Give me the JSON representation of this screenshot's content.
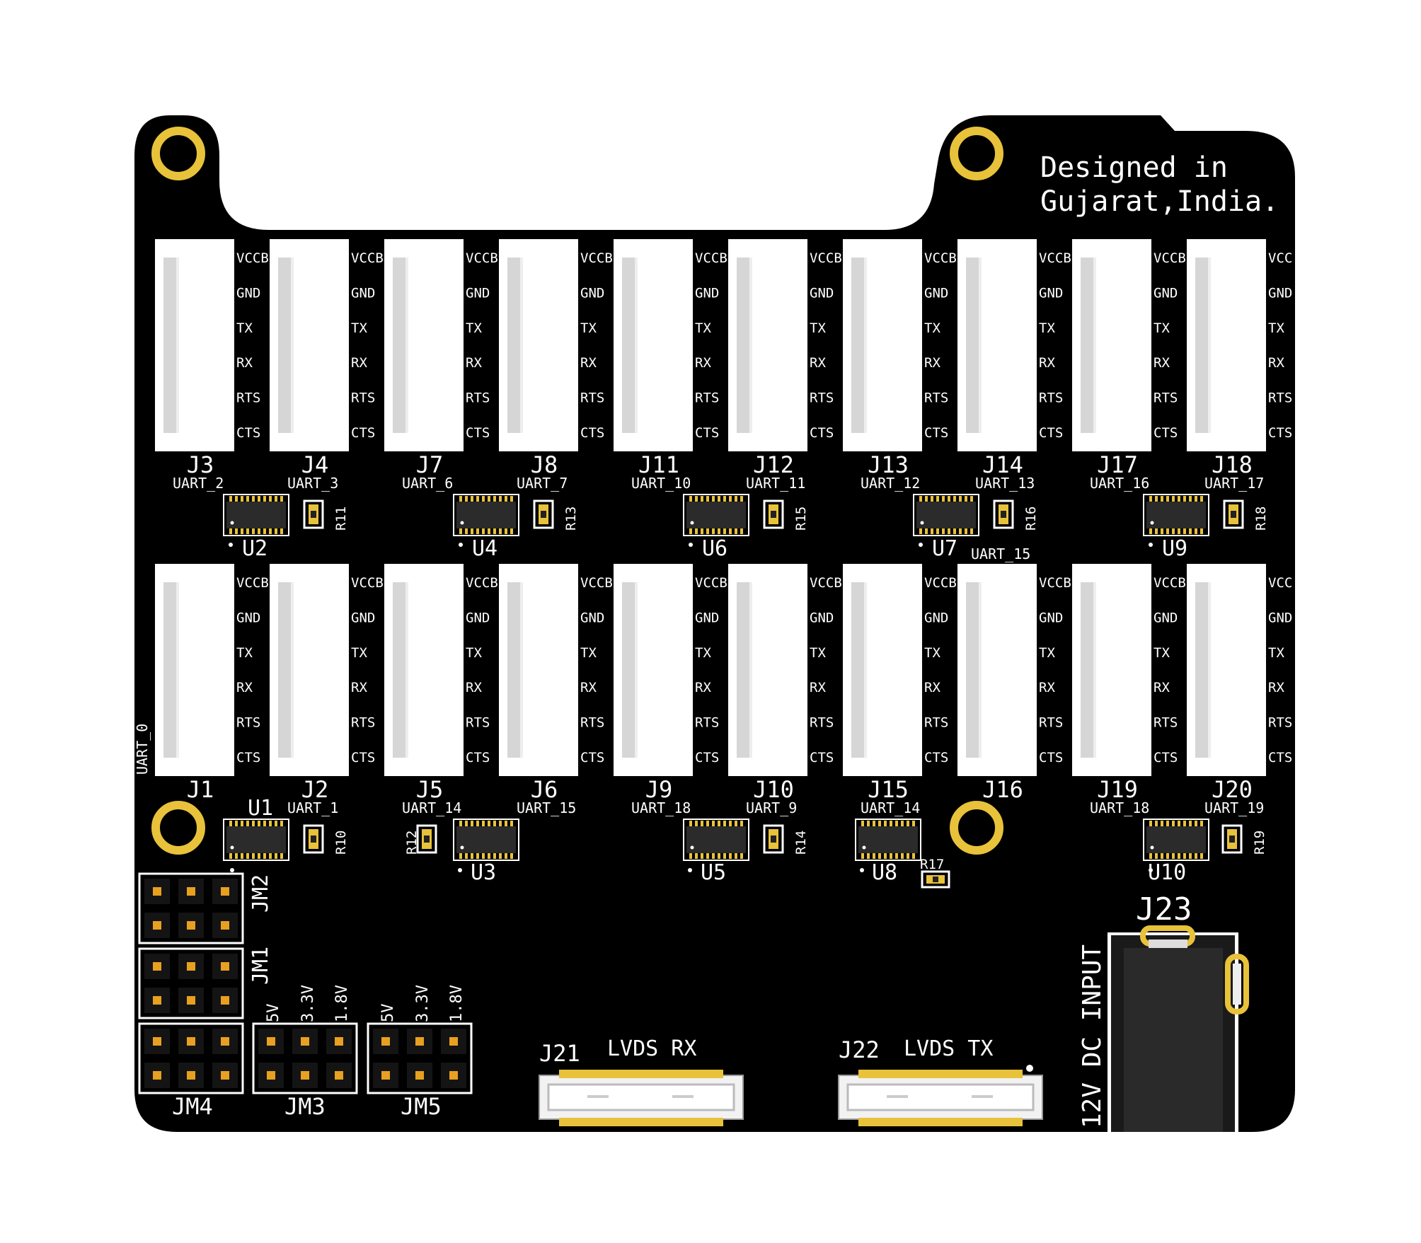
{
  "colors": {
    "board": "#000000",
    "silk": "#ffffff",
    "gold": "#e8c23a",
    "connector": "#ffffff",
    "chip": "#2b2b2b"
  },
  "credit": {
    "line1": "Designed in",
    "line2": "Gujarat,India."
  },
  "pin_labels": [
    "VCCB",
    "GND",
    "TX",
    "RX",
    "RTS",
    "CTS"
  ],
  "pin_labels_last": [
    "VCC",
    "GND",
    "TX",
    "RX",
    "RTS",
    "CTS"
  ],
  "top_row": [
    {
      "ref": "J3",
      "uart": "UART_2"
    },
    {
      "ref": "J4",
      "uart": "UART_3"
    },
    {
      "ref": "J7",
      "uart": "UART_6"
    },
    {
      "ref": "J8",
      "uart": "UART_7"
    },
    {
      "ref": "J11",
      "uart": "UART_10"
    },
    {
      "ref": "J12",
      "uart": "UART_11"
    },
    {
      "ref": "J13",
      "uart": "UART_12"
    },
    {
      "ref": "J14",
      "uart": "UART_13"
    },
    {
      "ref": "J17",
      "uart": "UART_16"
    },
    {
      "ref": "J18",
      "uart": "UART_17"
    }
  ],
  "bottom_row": [
    {
      "ref": "J1",
      "uart": ""
    },
    {
      "ref": "J2",
      "uart": "UART_1"
    },
    {
      "ref": "J5",
      "uart": "UART_14"
    },
    {
      "ref": "J6",
      "uart": "UART_15"
    },
    {
      "ref": "J9",
      "uart": "UART_18"
    },
    {
      "ref": "J10",
      "uart": "UART_9"
    },
    {
      "ref": "J15",
      "uart": "UART_14"
    },
    {
      "ref": "J16",
      "uart": ""
    },
    {
      "ref": "J19",
      "uart": "UART_18"
    },
    {
      "ref": "J20",
      "uart": "UART_19"
    }
  ],
  "uart0_label": "UART_0",
  "uart15_label": "UART_15",
  "ics_top": [
    "U2",
    "U4",
    "U6",
    "U7",
    "U9"
  ],
  "ics_bottom": [
    "U1",
    "U3",
    "U5",
    "U8",
    "U10"
  ],
  "resistors_top": [
    "R11",
    "R13",
    "R15",
    "R16",
    "R18"
  ],
  "resistors_bottom": [
    "R10",
    "R12",
    "R14",
    "R17",
    "R19"
  ],
  "jumpers": {
    "jm2": "JM2",
    "jm1": "JM1",
    "jm4": "JM4",
    "jm3": "JM3",
    "jm5": "JM5",
    "voltages": [
      "5V",
      "3.3V",
      "1.8V"
    ]
  },
  "lvds": {
    "j21": "J21",
    "rx_label": "LVDS RX",
    "j22": "J22",
    "tx_label": "LVDS TX"
  },
  "dc": {
    "ref": "J23",
    "label": "12V DC INPUT"
  }
}
